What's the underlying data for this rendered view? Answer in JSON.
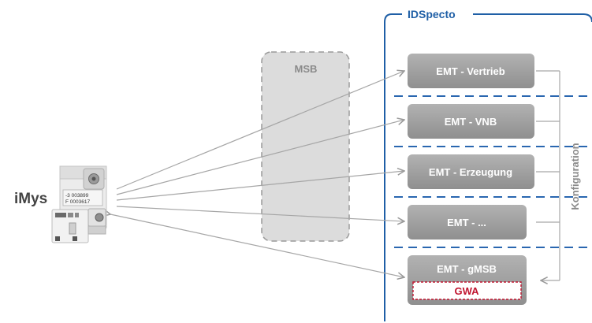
{
  "device": {
    "label": "iMys",
    "meter_line1": "-3 003899",
    "meter_line2": "F 0003617"
  },
  "msb": {
    "label": "MSB"
  },
  "idspecto": {
    "title": "IDSpecto"
  },
  "side_label": "Konfiguration",
  "emt_units": [
    {
      "label": "EMT - Vertrieb"
    },
    {
      "label": "EMT - VNB"
    },
    {
      "label": "EMT - Erzeugung"
    },
    {
      "label": "EMT - ..."
    },
    {
      "label": "EMT - gMSB"
    }
  ],
  "gwa": {
    "label": "GWA"
  },
  "colors": {
    "frame_blue": "#1f5fa6",
    "divider_blue": "#2a67b0",
    "emt_box": "#9c9c9c",
    "gwa_red": "#c0152f",
    "connector_gray": "#a6a6a6",
    "msb_fill": "#dcdcdc",
    "msb_text": "#8a8a8a"
  }
}
